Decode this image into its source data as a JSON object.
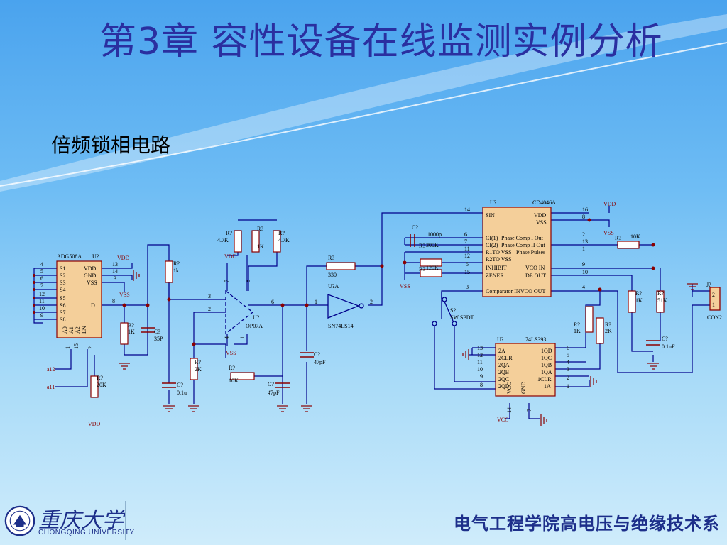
{
  "slide": {
    "title": "第3章 容性设备在线监测实例分析",
    "subtitle": "倍频锁相电路",
    "footer": "电气工程学院高电压与绝缘技术系",
    "logo_cn": "重庆大学",
    "logo_en": "CHONGQING UNIVERSITY"
  },
  "colors": {
    "wire": "#00008b",
    "component": "#8b0000",
    "accent": "#2a2fa0"
  },
  "circuit": {
    "adg": {
      "name": "ADG508A",
      "ref": "U?",
      "pins_left": [
        "S1",
        "S2",
        "S3",
        "S4",
        "S5",
        "S6",
        "S7",
        "S8"
      ],
      "pins_left_nums": [
        "4",
        "5",
        "6",
        "7",
        "12",
        "11",
        "10",
        "9"
      ],
      "pins_right": [
        "VDD",
        "GND",
        "VSS",
        "D"
      ],
      "pins_right_nums": [
        "13",
        "14",
        "3",
        "8"
      ],
      "pins_bottom": [
        "A0",
        "A1",
        "A2",
        "EN"
      ],
      "bottom_nums": [
        "1",
        "15",
        "2"
      ]
    },
    "cd4046": {
      "name": "CD4046A",
      "ref": "U?",
      "left": [
        "SIN",
        "CI(1)",
        "CI(2)",
        "R1TO VSS",
        "R2TO VSS",
        "INHIBIT",
        "ZENER",
        "Comparator IN"
      ],
      "left_nums": [
        "14",
        "6",
        "7",
        "11",
        "12",
        "5",
        "15",
        "3"
      ],
      "right": [
        "VDD",
        "VSS",
        "Phase Comp I Out",
        "Phase Comp II Out",
        "Phase Pulses",
        "VCO IN",
        "DE OUT",
        "VCO OUT"
      ],
      "right_nums": [
        "16",
        "8",
        "2",
        "13",
        "1",
        "9",
        "10",
        "4"
      ]
    },
    "ls393": {
      "name": "74LS393",
      "ref": "U?",
      "left": [
        "2A",
        "2CLR",
        "2QA",
        "2QB",
        "2QC",
        "2QD"
      ],
      "left_nums": [
        "13",
        "12",
        "11",
        "10",
        "9",
        "8"
      ],
      "right": [
        "1QD",
        "1QC",
        "1QB",
        "1QA",
        "1CLR",
        "1A"
      ],
      "right_nums": [
        "6",
        "5",
        "4",
        "3",
        "2",
        "1"
      ],
      "bottom": [
        "VCC",
        "GND"
      ],
      "bottom_nums": [
        "14",
        "7"
      ]
    },
    "opamp": {
      "name": "OP07A",
      "ref": "U?",
      "pins": [
        "3",
        "2",
        "6",
        "7",
        "4",
        "1",
        "8"
      ]
    },
    "inverter": {
      "name": "SN74LS14",
      "ref": "U?A",
      "in": "1",
      "out": "2"
    },
    "switch": {
      "name": "SW SPDT",
      "ref": "S?"
    },
    "connector": {
      "name": "CON2",
      "ref": "J?",
      "pins": [
        "2",
        "1"
      ]
    },
    "labels": {
      "vdd": "VDD",
      "vss": "VSS",
      "vcc": "VCC",
      "a12": "a12",
      "a11": "a11",
      "r_ref": "R?",
      "c_ref": "C?",
      "r1k": "1k",
      "r1K": "1K",
      "r4k7": "4.7K",
      "r330": "330",
      "r300k": "300K",
      "r120k": "120K",
      "r10k": "10K",
      "r51k": "51K",
      "r2k": "2K",
      "r20k": "20K",
      "c35p": "35P",
      "c01u": "0.1u",
      "c47p": "47pF",
      "c1000p": "1000p",
      "c01uf": "0.1uF"
    }
  }
}
